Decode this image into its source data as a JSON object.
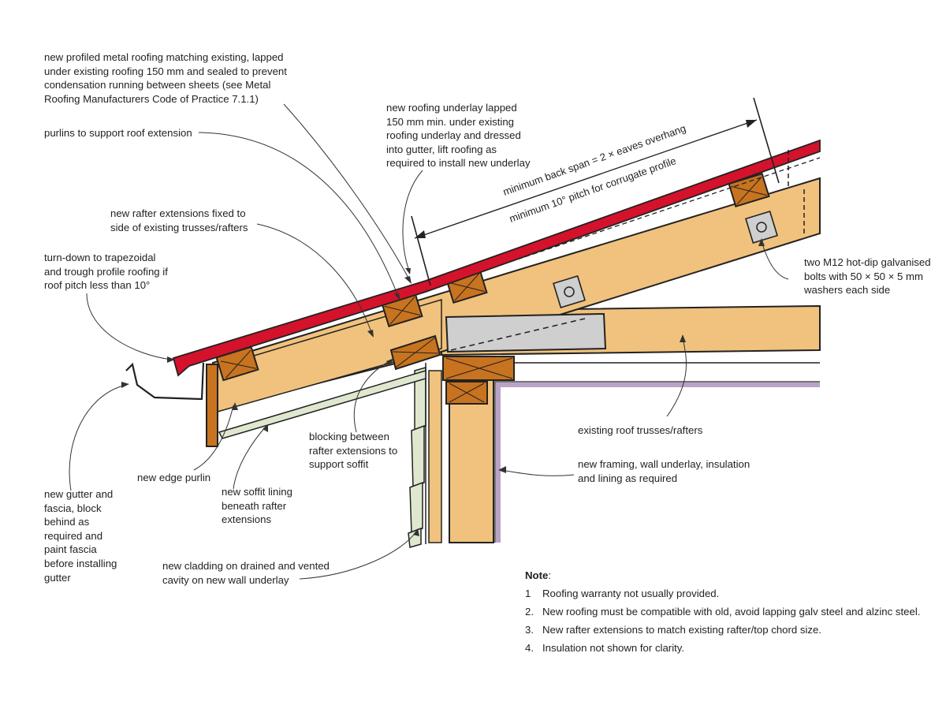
{
  "labels": {
    "profiled_roofing": "new profiled metal roofing matching existing, lapped\nunder existing roofing 150 mm and sealed to prevent\ncondensation running between sheets (see Metal\nRoofing Manufacturers Code of Practice 7.1.1)",
    "purlins": "purlins to support roof extension",
    "underlay": "new roofing underlay lapped\n150 mm min. under existing\nroofing underlay and dressed\ninto gutter, lift roofing as\nrequired to install new underlay",
    "rafter_ext": "new rafter extensions fixed to\nside of existing trusses/rafters",
    "turn_down": "turn-down to trapezoidal\nand trough profile roofing if\nroof pitch less than 10°",
    "bolts": "two M12 hot-dip galvanised\nbolts with 50 × 50 × 5 mm\nwashers each side",
    "blocking": "blocking between\nrafter extensions to\nsupport soffit",
    "trusses": "existing roof trusses/rafters",
    "framing": "new framing, wall underlay, insulation\nand lining as required",
    "edge_purlin": "new edge purlin",
    "soffit": "new soffit lining\nbeneath rafter\nextensions",
    "gutter": "new gutter and\nfascia, block\nbehind as\nrequired and\npaint fascia\nbefore installing\ngutter",
    "cladding": "new cladding on drained and vented\ncavity on new wall underlay"
  },
  "dimensions": {
    "back_span": "minimum back span = 2 × eaves overhang",
    "pitch": "minimum 10° pitch for corrugate profile"
  },
  "note": {
    "title": "Note",
    "items": [
      {
        "num": "1",
        "text": "Roofing warranty not usually provided."
      },
      {
        "num": "2.",
        "text": "New roofing must be compatible with old, avoid lapping galv steel and alzinc steel."
      },
      {
        "num": "3.",
        "text": "New rafter extensions to match existing rafter/top chord size."
      },
      {
        "num": "4.",
        "text": "Insulation not shown for clarity."
      }
    ]
  },
  "colors": {
    "roofing": "#d4122b",
    "timber": "#f1c27d",
    "timber_dark": "#c8731f",
    "lining": "#b9a2c6",
    "steel_plate": "#cfcfcf",
    "soffit": "#dfe8cf"
  }
}
